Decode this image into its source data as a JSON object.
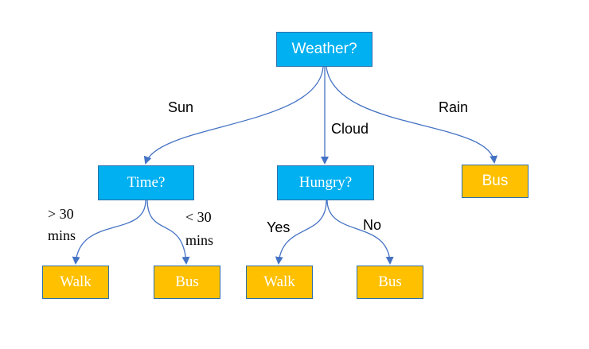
{
  "nodes": {
    "weather": {
      "label": "Weather?"
    },
    "time": {
      "label": "Time?"
    },
    "hungry": {
      "label": "Hungry?"
    },
    "bus_rain": {
      "label": "Bus"
    },
    "walk_time": {
      "label": "Walk"
    },
    "bus_time": {
      "label": "Bus"
    },
    "walk_hungry": {
      "label": "Walk"
    },
    "bus_hungry": {
      "label": "Bus"
    }
  },
  "edges": {
    "sun": "Sun",
    "cloud": "Cloud",
    "rain": "Rain",
    "over30_line1": "> 30",
    "over30_line2": "mins",
    "under30_line1": "< 30",
    "under30_line2": "mins",
    "yes": "Yes",
    "no": "No"
  },
  "colors": {
    "decision_fill": "#00b0f0",
    "leaf_fill": "#ffc000",
    "border": "#2f6fa8",
    "connector": "#4472c4"
  }
}
